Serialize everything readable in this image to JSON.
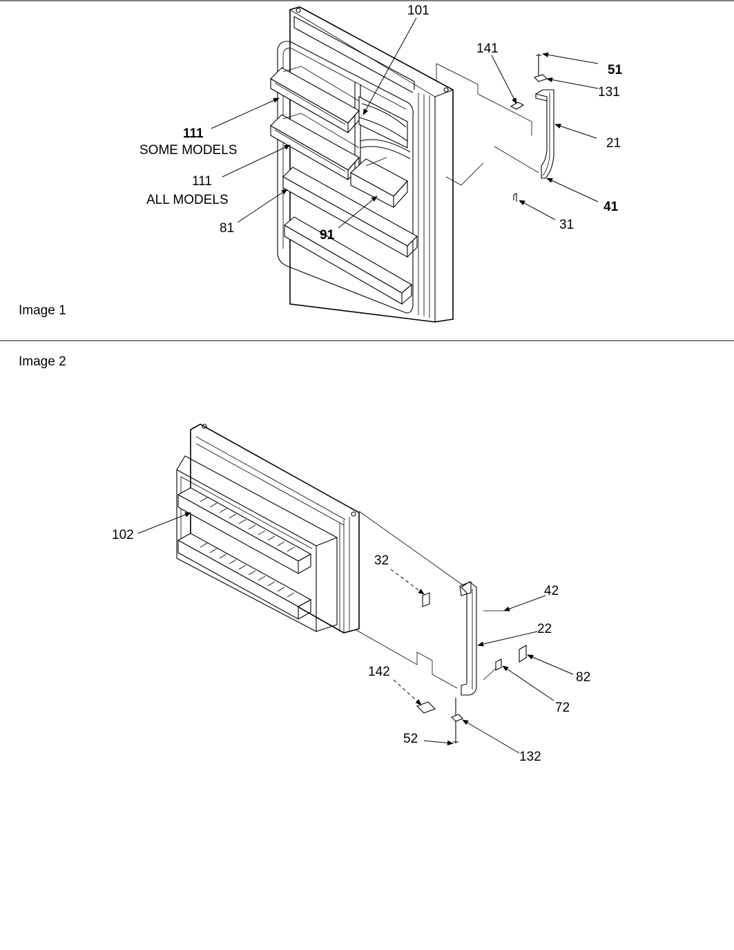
{
  "image1": {
    "caption": "Image 1",
    "labels": {
      "p101": "101",
      "p141": "141",
      "p51": "51",
      "p131": "131",
      "p21": "21",
      "p41": "41",
      "p31": "31",
      "p111a": "111",
      "some_models": "SOME MODELS",
      "p111b": "111",
      "all_models": "ALL MODELS",
      "p81": "81",
      "p91": "91"
    }
  },
  "image2": {
    "caption": "Image 2",
    "labels": {
      "p102": "102",
      "p32": "32",
      "p42": "42",
      "p22": "22",
      "p82": "82",
      "p72": "72",
      "p142": "142",
      "p52": "52",
      "p132": "132"
    }
  }
}
